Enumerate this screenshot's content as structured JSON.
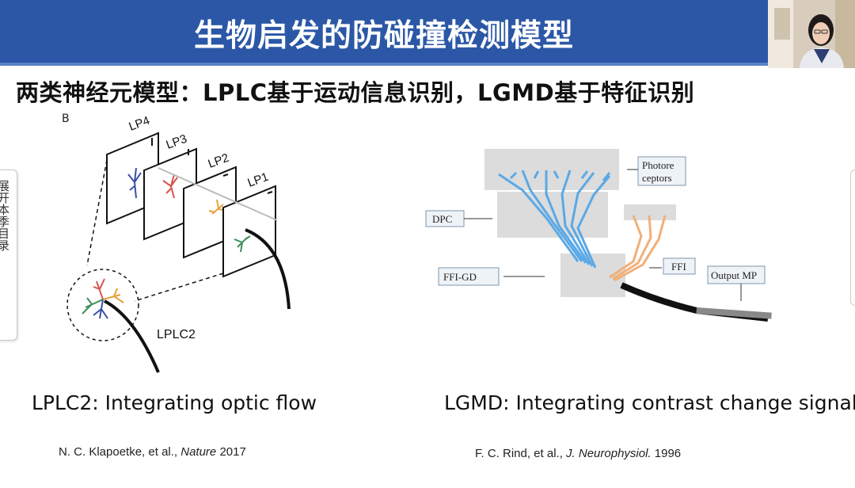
{
  "slide": {
    "title": "生物启发的防碰撞检测模型",
    "subtitle": "两类神经元模型：LPLC基于运动信息识别，LGMD基于特征识别",
    "panel_label": "B"
  },
  "side_tab": {
    "label": "展开本季目录"
  },
  "left_figure": {
    "labels": {
      "lp4": "LP4",
      "lp3": "LP3",
      "lp2": "LP2",
      "lp1": "LP1",
      "neuron": "LPLC2"
    },
    "colors": {
      "lp4": "#3b4fa8",
      "lp3": "#d9534f",
      "lp2": "#e6a23c",
      "lp1": "#3e8e5a"
    },
    "caption": "LPLC2: Integrating optic flow",
    "ref_authors": "N. C. Klapoetke, et al.,",
    "ref_journal": "Nature",
    "ref_year": "2017"
  },
  "right_figure": {
    "labels": {
      "photoreceptors_1": "Photore",
      "photoreceptors_2": "ceptors",
      "dpc": "DPC",
      "ffi_gd": "FFI-GD",
      "ffi": "FFI",
      "output": "Output MP"
    },
    "colors": {
      "dendrite": "#5aa9e6",
      "ffi": "#f0b07a"
    },
    "caption": "LGMD: Integrating contrast change signals",
    "ref_authors": "F. C. Rind, et al.,",
    "ref_journal": "J. Neurophysiol.",
    "ref_year": "1996"
  }
}
